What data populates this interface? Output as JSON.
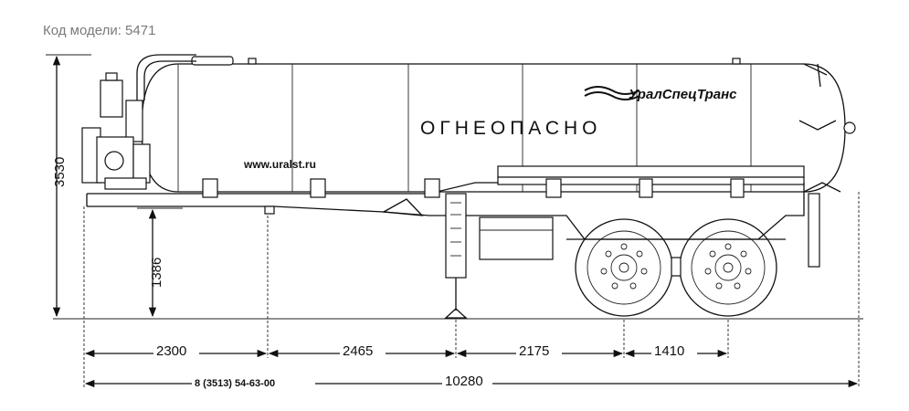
{
  "model_label": "Код модели: 5471",
  "tank": {
    "warning_text": "ОГНЕОПАСНО",
    "website": "www.uralst.ru",
    "brand": "УралСпецТранс"
  },
  "dimensions": {
    "height_total": "3530",
    "coupling_height": "1386",
    "seg_1": "2300",
    "seg_2": "2465",
    "seg_3": "2175",
    "seg_4": "1410",
    "phone": "8 (3513) 54-63-00",
    "length_total": "10280"
  }
}
